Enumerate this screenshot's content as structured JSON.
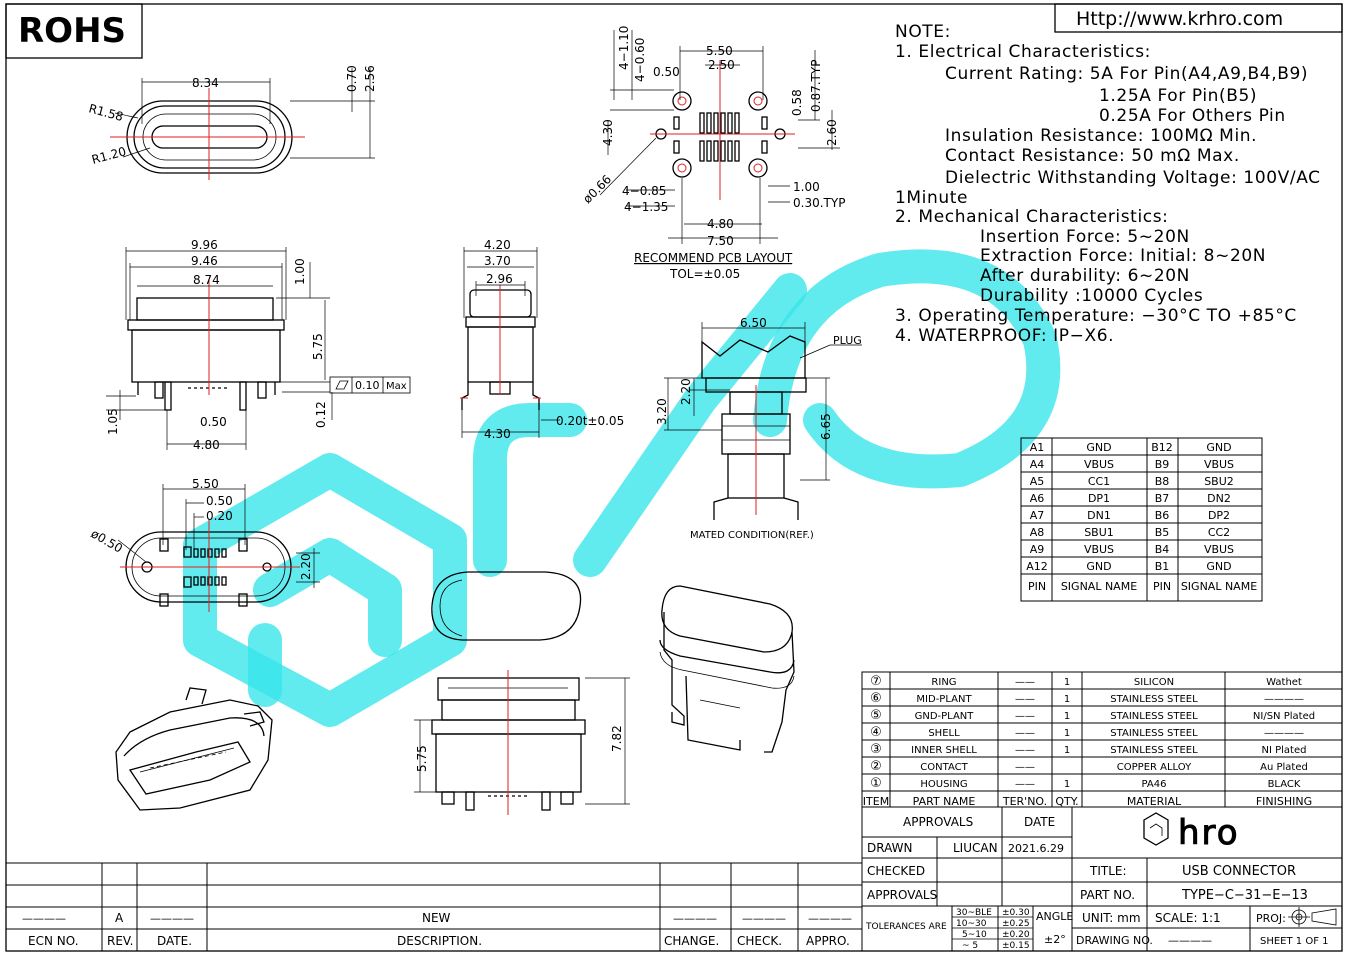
{
  "header": {
    "rohs": "ROHS",
    "url": "Http://www.krhro.com"
  },
  "notes": {
    "title": "NOTE:",
    "lines": [
      "1. Electrical Characteristics:",
      "Current Rating: 5A For Pin(A4,A9,B4,B9)",
      "1.25A For Pin(B5)",
      "0.25A For Others Pin",
      "Insulation Resistance: 100MΩ Min.",
      "Contact Resistance: 50 mΩ Max.",
      "Dielectric Withstanding Voltage: 100V/AC",
      "1Minute",
      "2. Mechanical Characteristics:",
      "Insertion Force: 5~20N",
      "Extraction Force: Initial: 8~20N",
      "After durability: 6~20N",
      "Durability :10000 Cycles",
      "3. Operating Temperature: −30°C TO +85°C",
      "4. WATERPROOF: IP−X6."
    ]
  },
  "pcb_layout": {
    "title": "RECOMMEND PCB LAYOUT",
    "tolerance": "TOL=±0.05",
    "dims": [
      "5.50",
      "2.50",
      "0.50",
      "4−1.10",
      "4−0.60",
      "0.87.TYP",
      "0.58",
      "2.60",
      "4.30",
      "ø0.66",
      "4−0.85",
      "4−1.35",
      "4.80",
      "7.50",
      "1.00",
      "0.30.TYP"
    ]
  },
  "front_view_dims": [
    "8.34",
    "0.70",
    "2.56",
    "R1.58",
    "R1.20"
  ],
  "side_view_dims": [
    "9.96",
    "9.46",
    "8.74",
    "1.00",
    "5.75",
    "0.10",
    "Max",
    "1.05",
    "0.50",
    "4.80",
    "0.12"
  ],
  "end_view_dims": [
    "4.20",
    "3.70",
    "2.96",
    "4.30",
    "0.20t±0.05"
  ],
  "bottom_view_dims": [
    "5.50",
    "0.50",
    "0.20",
    "ø0.50",
    "2.20"
  ],
  "mated_view": {
    "dims": [
      "6.50",
      "3.20",
      "2.20",
      "6.65"
    ],
    "plug_label": "PLUG",
    "caption": "MATED CONDITION(REF.)"
  },
  "lower_view_dims": [
    "5.75",
    "7.82"
  ],
  "pin_table": {
    "rows": [
      [
        "A1",
        "GND",
        "B12",
        "GND"
      ],
      [
        "A4",
        "VBUS",
        "B9",
        "VBUS"
      ],
      [
        "A5",
        "CC1",
        "B8",
        "SBU2"
      ],
      [
        "A6",
        "DP1",
        "B7",
        "DN2"
      ],
      [
        "A7",
        "DN1",
        "B6",
        "DP2"
      ],
      [
        "A8",
        "SBU1",
        "B5",
        "CC2"
      ],
      [
        "A9",
        "VBUS",
        "B4",
        "VBUS"
      ],
      [
        "A12",
        "GND",
        "B1",
        "GND"
      ]
    ],
    "header": [
      "PIN",
      "SIGNAL NAME",
      "PIN",
      "SIGNAL NAME"
    ]
  },
  "bom": {
    "rows": [
      [
        "⑦",
        "RING",
        "——",
        "1",
        "SILICON",
        "Wathet"
      ],
      [
        "⑥",
        "MID-PLANT",
        "——",
        "1",
        "STAINLESS STEEL",
        "————"
      ],
      [
        "⑤",
        "GND-PLANT",
        "——",
        "1",
        "STAINLESS STEEL",
        "NI/SN Plated"
      ],
      [
        "④",
        "SHELL",
        "——",
        "1",
        "STAINLESS STEEL",
        "————"
      ],
      [
        "③",
        "INNER SHELL",
        "——",
        "1",
        "STAINLESS STEEL",
        "NI Plated"
      ],
      [
        "②",
        "CONTACT",
        "——",
        "",
        "COPPER ALLOY",
        "Au Plated"
      ],
      [
        "①",
        "HOUSING",
        "——",
        "1",
        "PA46",
        "BLACK"
      ]
    ],
    "header": [
      "ITEM",
      "PART NAME",
      "TER'NO.",
      "QTY.",
      "MATERIAL",
      "FINISHING"
    ]
  },
  "title_block": {
    "approvals": "APPROVALS",
    "date": "DATE",
    "drawn": "DRAWN",
    "drawn_by": "LIUCAN",
    "drawn_date": "2021.6.29",
    "checked": "CHECKED",
    "approvals2": "APPROVALS",
    "title_label": "TITLE:",
    "title": "USB CONNECTOR",
    "part_label": "PART NO.",
    "part_no": "TYPE−C−31−E−13",
    "tol_label": "TOLERANCES ARE",
    "tol_ranges": [
      "30~BLE",
      "10~30",
      "5~10",
      "~ 5"
    ],
    "tol_values": [
      "±0.30",
      "±0.25",
      "±0.20",
      "±0.15"
    ],
    "angle_label": "ANGLE",
    "angle_value": "±2°",
    "unit": "UNIT: mm",
    "scale": "SCALE:  1:1",
    "proj": "PROJ:",
    "drawing_no": "DRAWING NO.",
    "drawing_no_value": "————",
    "sheet": "SHEET  1 OF 1",
    "logo": "hro"
  },
  "revision_block": {
    "ecn_no": "ECN NO.",
    "rev": "REV.",
    "date": "DATE.",
    "description": "DESCRIPTION.",
    "change": "CHANGE.",
    "check": "CHECK.",
    "appro": "APPRO.",
    "rev_value": "A",
    "description_value": "NEW",
    "blank": "————"
  },
  "colors": {
    "watermark": "#36e6ea",
    "centerline": "#dd2222"
  }
}
